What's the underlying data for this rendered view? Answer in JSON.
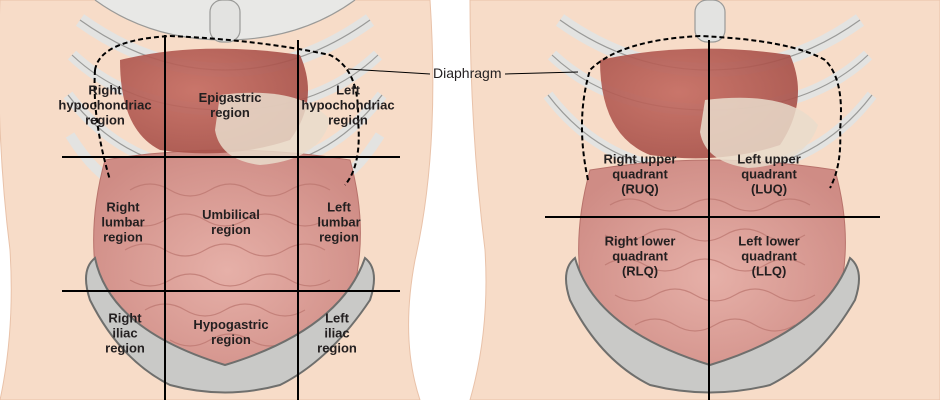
{
  "callout": {
    "label": "Diaphragm"
  },
  "nine_regions": {
    "right_hypochondriac": "Right\nhypochondriac\nregion",
    "epigastric": "Epigastric\nregion",
    "left_hypochondriac": "Left\nhypochondriac\nregion",
    "right_lumbar": "Right\nlumbar\nregion",
    "umbilical": "Umbilical\nregion",
    "left_lumbar": "Left\nlumbar\nregion",
    "right_iliac": "Right\niliac\nregion",
    "hypogastric": "Hypogastric\nregion",
    "left_iliac": "Left\niliac\nregion"
  },
  "quadrants": {
    "ruq": "Right upper\nquadrant\n(RUQ)",
    "luq": "Left upper\nquadrant\n(LUQ)",
    "rlq": "Right lower\nquadrant\n(RLQ)",
    "llq": "Left lower\nquadrant\n(LLQ)"
  },
  "colors": {
    "skin": "#f7dcc8",
    "bone": "#e3e3e1",
    "bone_outline": "#9a9a98",
    "intestine": "#d89a94",
    "liver": "#b5574f",
    "pelvis": "#c9c9c7",
    "line": "#000000"
  }
}
